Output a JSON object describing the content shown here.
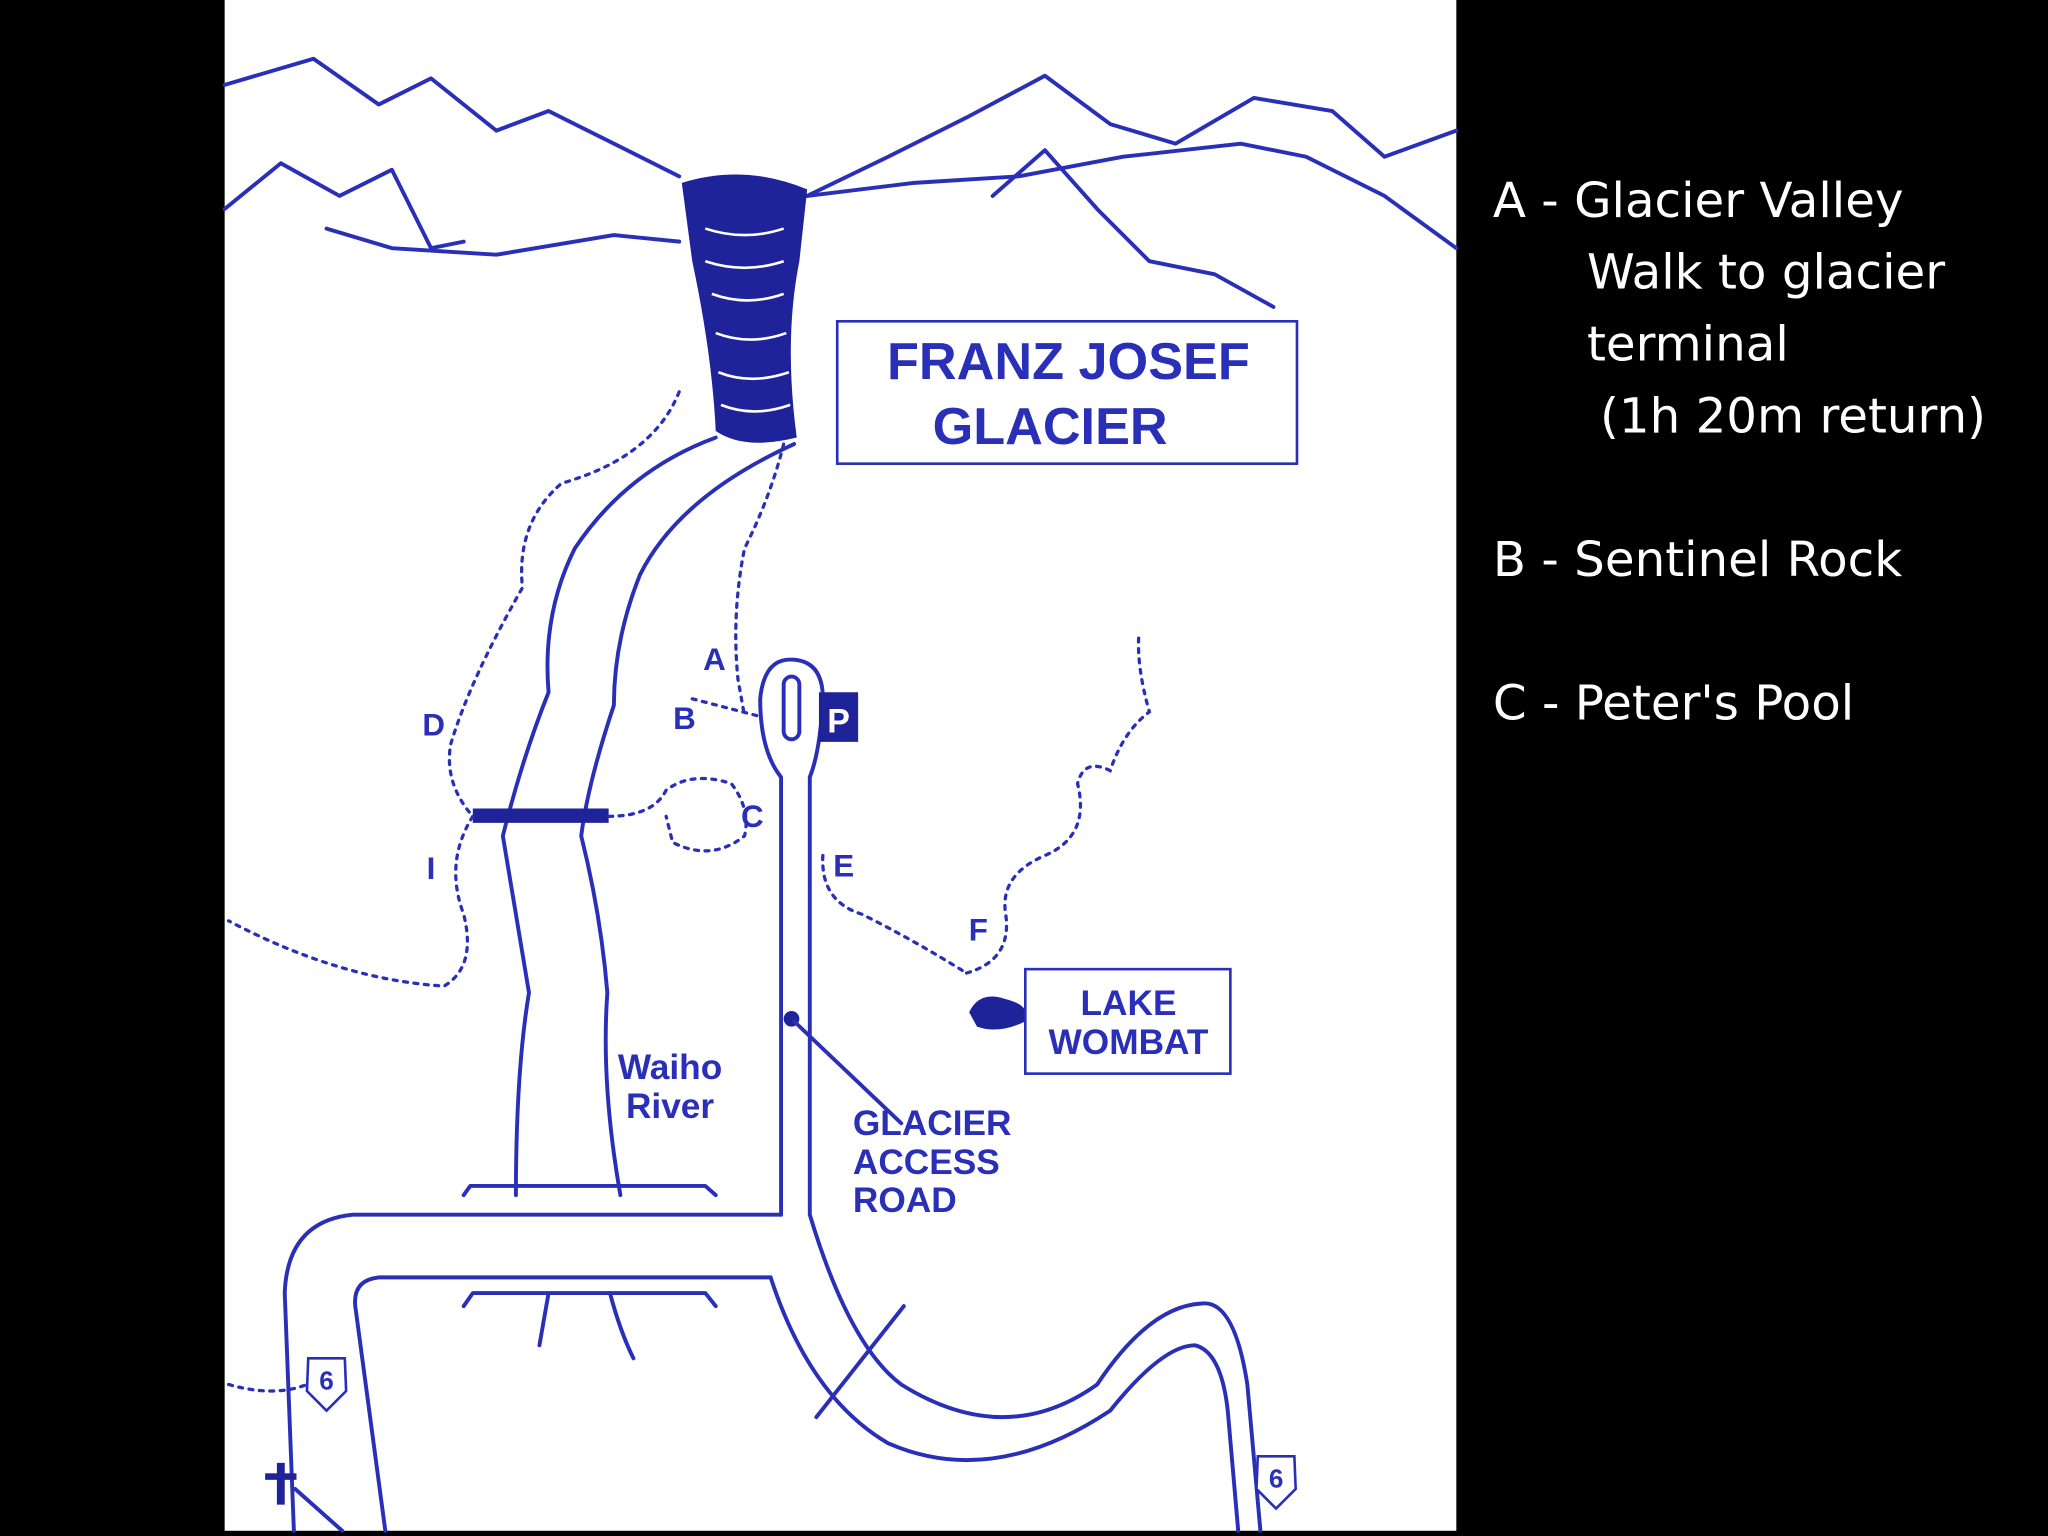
{
  "map": {
    "title_line1": "FRANZ JOSEF",
    "title_line2": "GLACIER",
    "parking": "P",
    "lake_line1": "LAKE",
    "lake_line2": "WOMBAT",
    "river_line1": "Waiho",
    "river_line2": "River",
    "road_line1": "GLACIER",
    "road_line2": "ACCESS",
    "road_line3": "ROAD",
    "route_number": "6",
    "track_labels": {
      "a": "A",
      "b": "B",
      "c": "C",
      "d": "D",
      "e": "E",
      "f": "F",
      "i": "I"
    },
    "colors": {
      "ink": "#2a2fb8",
      "paper": "#ffffff",
      "background": "#000000"
    }
  },
  "legend": {
    "a_line1": "A - Glacier Valley",
    "a_line2": "Walk to glacier",
    "a_line3": "terminal",
    "a_line4": "(1h 20m return)",
    "b": "B - Sentinel Rock",
    "c": "C - Peter's Pool"
  }
}
